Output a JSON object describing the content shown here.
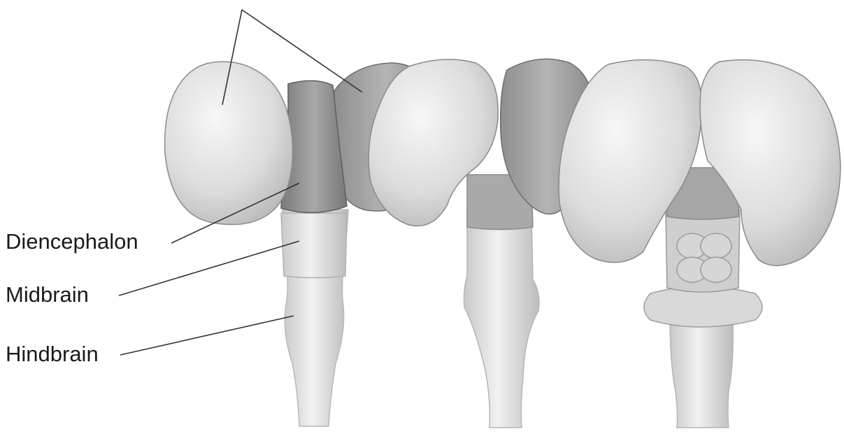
{
  "labels": {
    "diencephalon": "Diencephalon",
    "midbrain": "Midbrain",
    "hindbrain": "Hindbrain"
  },
  "colors": {
    "light_tissue": "#e2e2e2",
    "hemisphere": "#d8d8d8",
    "diencephalon_band": "#8c8c8c",
    "mid_gray": "#9e9e9e",
    "outline": "#7a7a7a",
    "leader_line": "#333333"
  }
}
